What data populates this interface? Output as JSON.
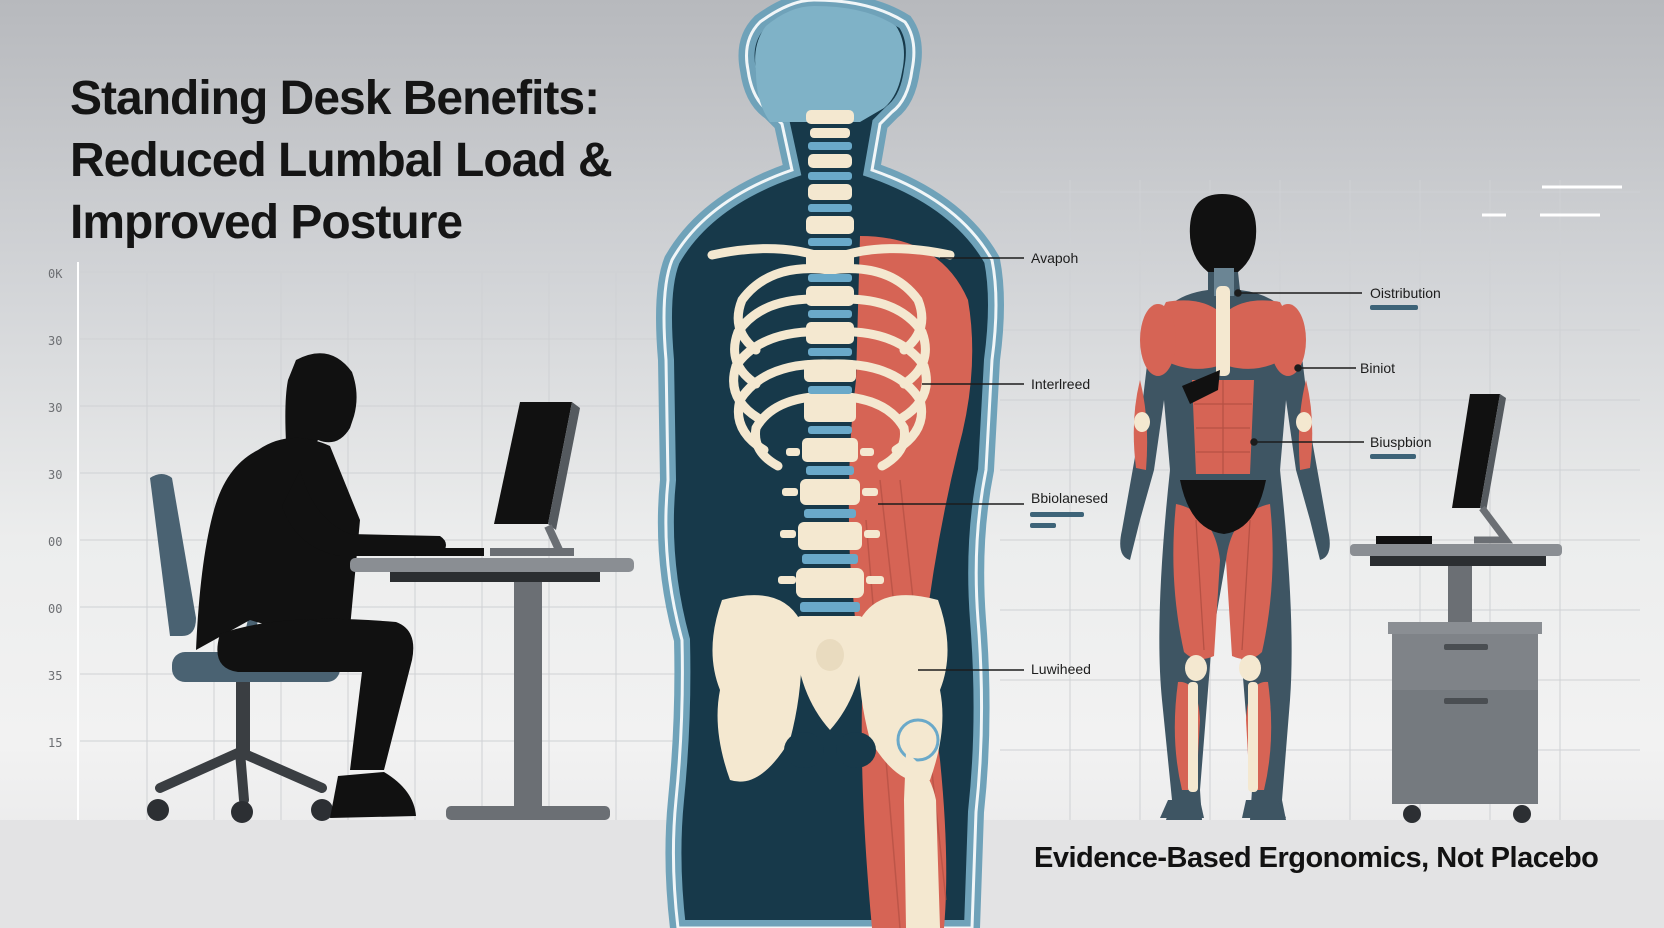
{
  "title": {
    "lines": [
      "Standing Desk Benefits:",
      "Reduced Lumbal Load &",
      "Improved Posture"
    ]
  },
  "tagline": "Evidence-Based Ergonomics, Not Placebo",
  "axis": {
    "ticks": [
      "0K",
      "30",
      "30",
      "30",
      "00",
      "00",
      "35",
      "15"
    ]
  },
  "spine_callouts": [
    {
      "label": "Avapoh"
    },
    {
      "label": "Interlreed"
    },
    {
      "label": "Bbiolanesed"
    },
    {
      "label": "Luwiheed"
    }
  ],
  "body_callouts": [
    {
      "label": "Oistribution"
    },
    {
      "label": "Biniot"
    },
    {
      "label": "Biuspbion"
    }
  ],
  "icons": [
    "sitting-person-icon",
    "desk-monitor-icon",
    "skeleton-figure-icon",
    "muscle-figure-icon",
    "standing-desk-icon"
  ],
  "colors": {
    "dark_silhouette": "#17394a",
    "outline_blue": "#6fa2b9",
    "bone": "#f4e8d0",
    "disc_blue": "#6aa9c9",
    "muscle_red": "#d66455",
    "furniture_gray": "#6b6f74",
    "chair_blue": "#4a6272"
  }
}
